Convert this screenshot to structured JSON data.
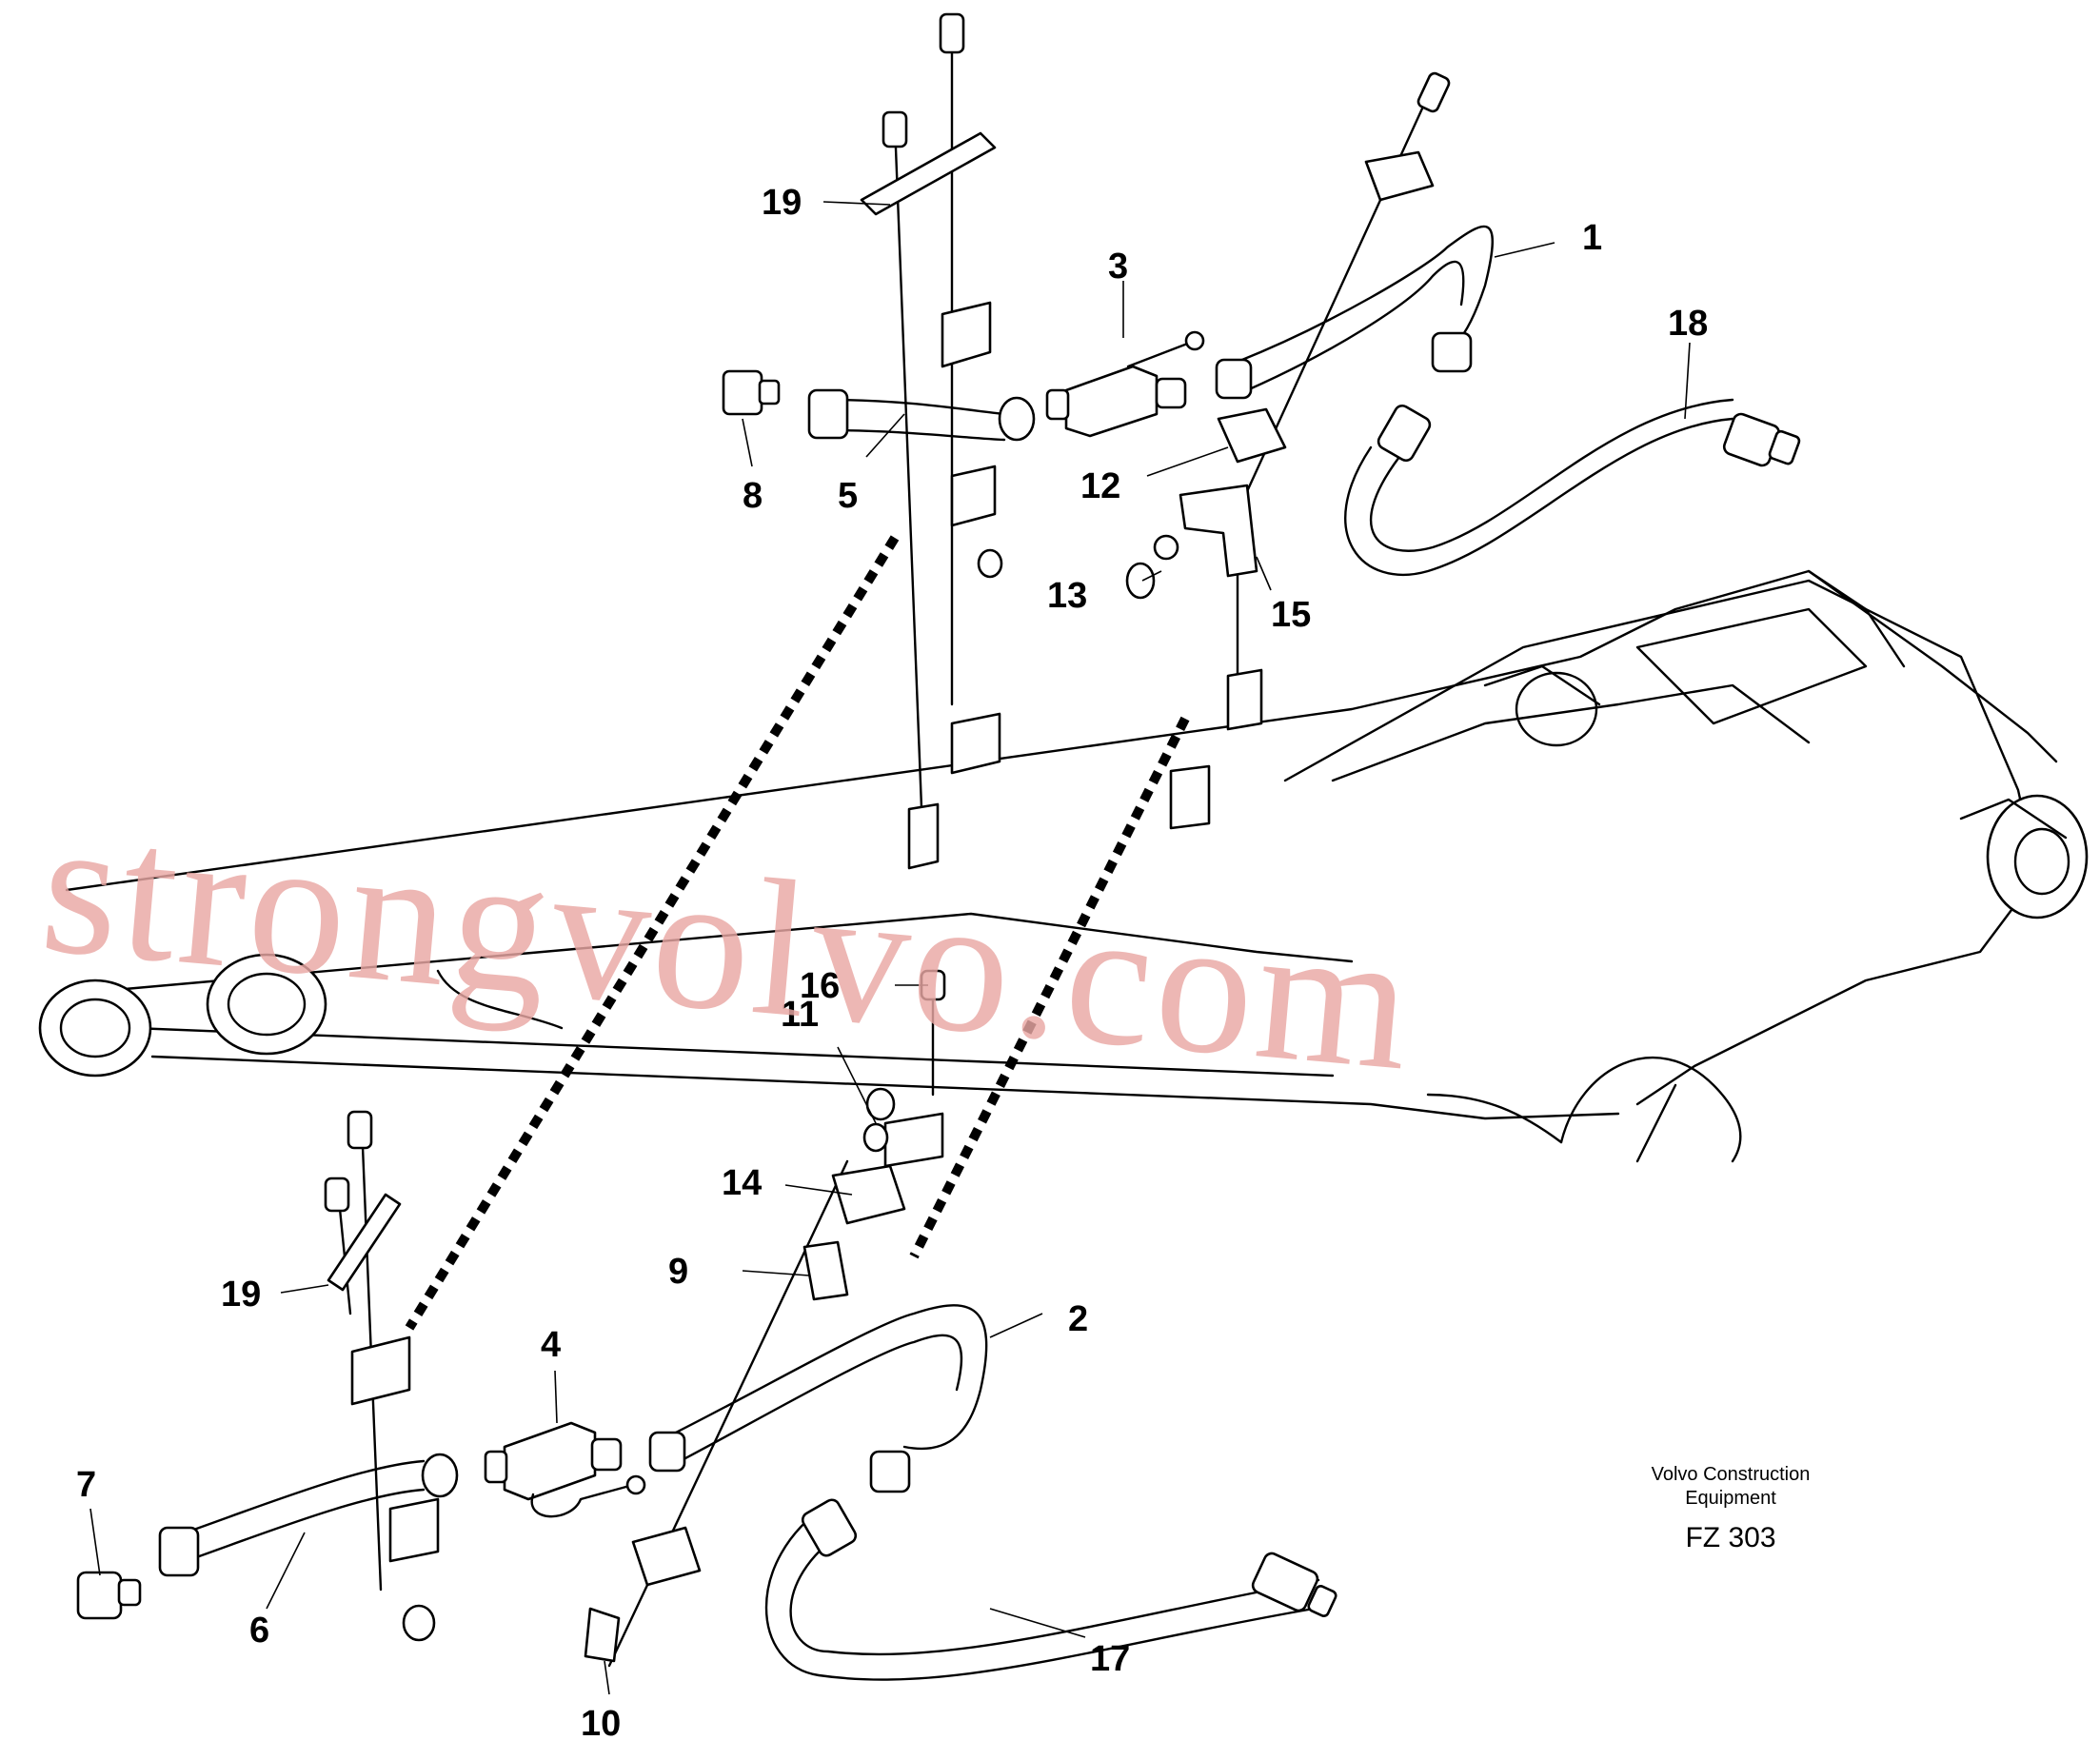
{
  "callouts": {
    "c1": "1",
    "c2": "2",
    "c3": "3",
    "c4": "4",
    "c5": "5",
    "c6": "6",
    "c7": "7",
    "c8": "8",
    "c9": "9",
    "c10": "10",
    "c11": "11",
    "c12": "12",
    "c13": "13",
    "c14": "14",
    "c15": "15",
    "c16": "16",
    "c17": "17",
    "c18": "18",
    "c19a": "19",
    "c19b": "19"
  },
  "caption": {
    "line1": "Volvo Construction",
    "line2": "Equipment",
    "code": "FZ 303"
  },
  "watermark": "strongvolvo.com",
  "colors": {
    "ink": "#000000",
    "watermark": "#e9a7a3",
    "background": "#ffffff"
  }
}
